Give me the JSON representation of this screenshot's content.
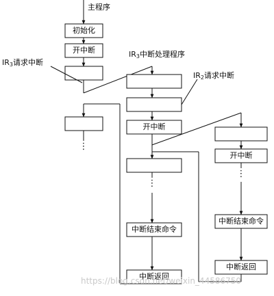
{
  "labels": {
    "main_program": "主程序",
    "init": "初始化",
    "open_int_1": "开中断",
    "ir3_request": {
      "prefix": "IR",
      "sub": "3",
      "suffix": "请求中断"
    },
    "ir3_handler": {
      "prefix": "IR",
      "sub": "3",
      "suffix": "中断处理程序"
    },
    "ir2_request": {
      "prefix": "IR",
      "sub": "2",
      "suffix": "请求中断"
    },
    "open_int_2": "开中断",
    "open_int_3": "开中断",
    "end_cmd_1": "中断结束命令",
    "end_cmd_2": "中断结束命令",
    "return_1": "中断返回",
    "return_2": "中断返回",
    "ellipsis_1": "⋮",
    "ellipsis_2": "⋮",
    "ellipsis_3": "⋮"
  },
  "watermark": "https://blog.csdn.net/weixin_44586750",
  "colors": {
    "line": "#111111",
    "box_fill": "#ffffff"
  }
}
